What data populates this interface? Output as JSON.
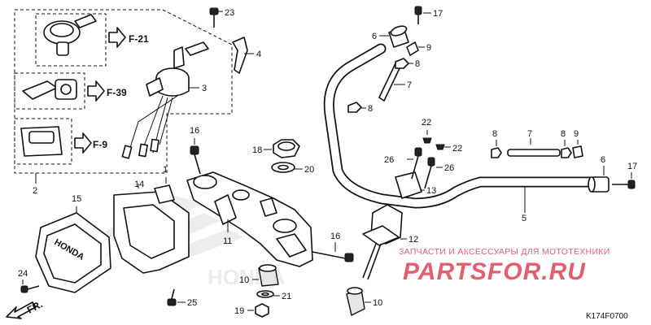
{
  "diagram": {
    "code": "K174F0700",
    "front_arrow_label": "FR.",
    "references": [
      "F-21",
      "F-39",
      "F-9"
    ],
    "callouts": {
      "c1": "1",
      "c2": "2",
      "c3": "3",
      "c4": "4",
      "c5": "5",
      "c6a": "6",
      "c6b": "6",
      "c7a": "7",
      "c7b": "7",
      "c8a": "8",
      "c8b": "8",
      "c8c": "8",
      "c8d": "8",
      "c9a": "9",
      "c9b": "9",
      "c10a": "10",
      "c10b": "10",
      "c11": "11",
      "c12": "12",
      "c13": "13",
      "c14": "14",
      "c15": "15",
      "c16a": "16",
      "c16b": "16",
      "c17a": "17",
      "c17b": "17",
      "c18": "18",
      "c19": "19",
      "c20": "20",
      "c21": "21",
      "c22a": "22",
      "c22b": "22",
      "c23": "23",
      "c24": "24",
      "c25": "25",
      "c26a": "26",
      "c26b": "26"
    },
    "cover_lettering": "HONDA"
  },
  "watermark": {
    "tagline": "ЗАПЧАСТИ И АКСЕССУАРЫ ДЛЯ МОТОТЕХНИКИ",
    "logo": "PARTSFOR.RU",
    "color": "#e06070"
  }
}
